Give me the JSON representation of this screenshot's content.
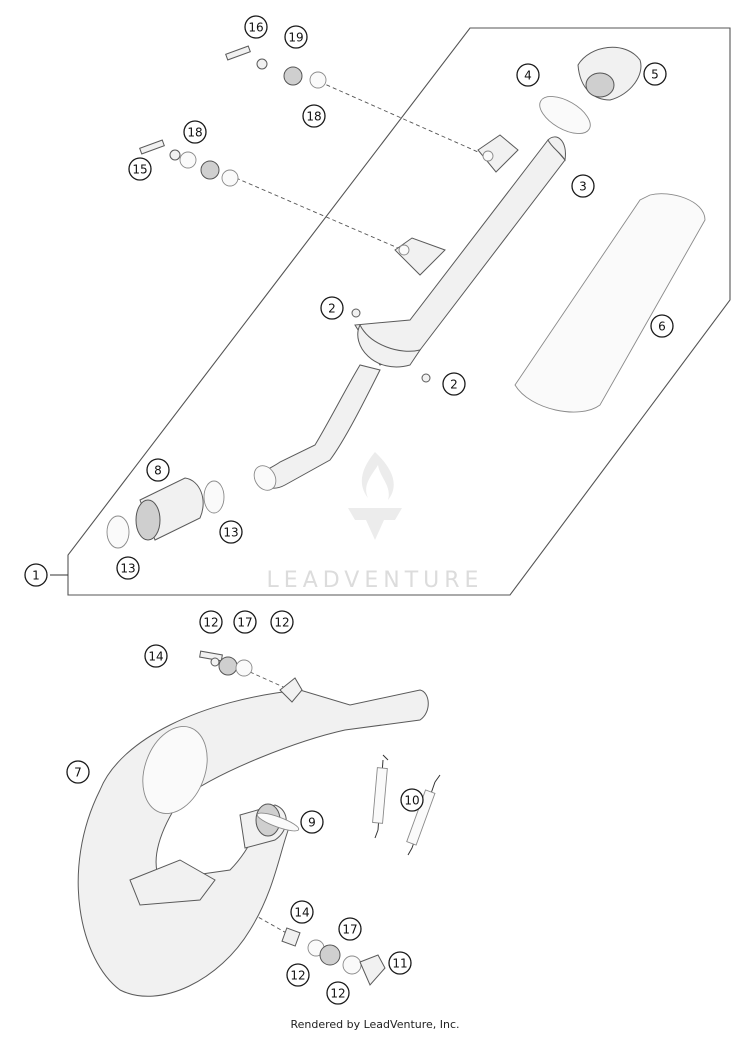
{
  "watermark": {
    "text": "LEADVENTURE"
  },
  "footer": {
    "text": "Rendered by LeadVenture, Inc."
  },
  "callouts": [
    {
      "id": "c1",
      "label": "1"
    },
    {
      "id": "c2a",
      "label": "2"
    },
    {
      "id": "c2b",
      "label": "2"
    },
    {
      "id": "c3",
      "label": "3"
    },
    {
      "id": "c4",
      "label": "4"
    },
    {
      "id": "c5",
      "label": "5"
    },
    {
      "id": "c6",
      "label": "6"
    },
    {
      "id": "c7",
      "label": "7"
    },
    {
      "id": "c8",
      "label": "8"
    },
    {
      "id": "c9",
      "label": "9"
    },
    {
      "id": "c10",
      "label": "10"
    },
    {
      "id": "c11",
      "label": "11"
    },
    {
      "id": "c12a",
      "label": "12"
    },
    {
      "id": "c12b",
      "label": "12"
    },
    {
      "id": "c12c",
      "label": "12"
    },
    {
      "id": "c12d",
      "label": "12"
    },
    {
      "id": "c13a",
      "label": "13"
    },
    {
      "id": "c13b",
      "label": "13"
    },
    {
      "id": "c14a",
      "label": "14"
    },
    {
      "id": "c14b",
      "label": "14"
    },
    {
      "id": "c15",
      "label": "15"
    },
    {
      "id": "c16",
      "label": "16"
    },
    {
      "id": "c17a",
      "label": "17"
    },
    {
      "id": "c17b",
      "label": "17"
    },
    {
      "id": "c18a",
      "label": "18"
    },
    {
      "id": "c18b",
      "label": "18"
    },
    {
      "id": "c19",
      "label": "19"
    }
  ]
}
